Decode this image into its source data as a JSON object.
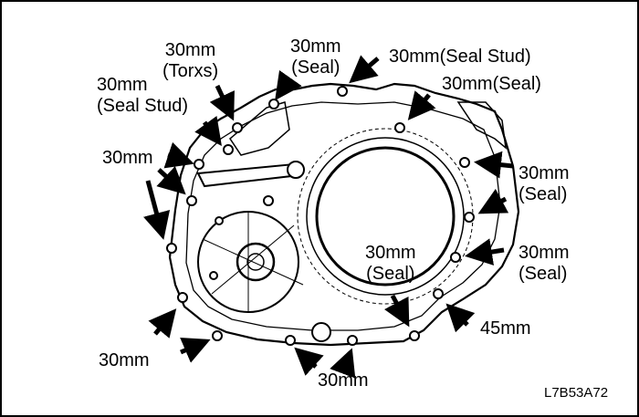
{
  "labels": {
    "torx_size": "30mm",
    "torx_note": "(Torxs)",
    "seal_top_size": "30mm",
    "seal_top_note": "(Seal)",
    "seal_stud_top": "30mm(Seal Stud)",
    "seal_right_upper": "30mm(Seal)",
    "seal_stud_left_size": "30mm",
    "seal_stud_left_note": "(Seal Stud)",
    "left_middle": "30mm",
    "right_upper_size": "30mm",
    "right_upper_note": "(Seal)",
    "right_lower_size": "30mm",
    "right_lower_note": "(Seal)",
    "center_seal_size": "30mm",
    "center_seal_note": "(Seal)",
    "bolt_45": "45mm",
    "bottom_left": "30mm",
    "bottom_center": "30mm"
  },
  "figure_code": "L7B53A72",
  "colors": {
    "ink": "#000000",
    "paper": "#ffffff",
    "frame": "#000000"
  }
}
